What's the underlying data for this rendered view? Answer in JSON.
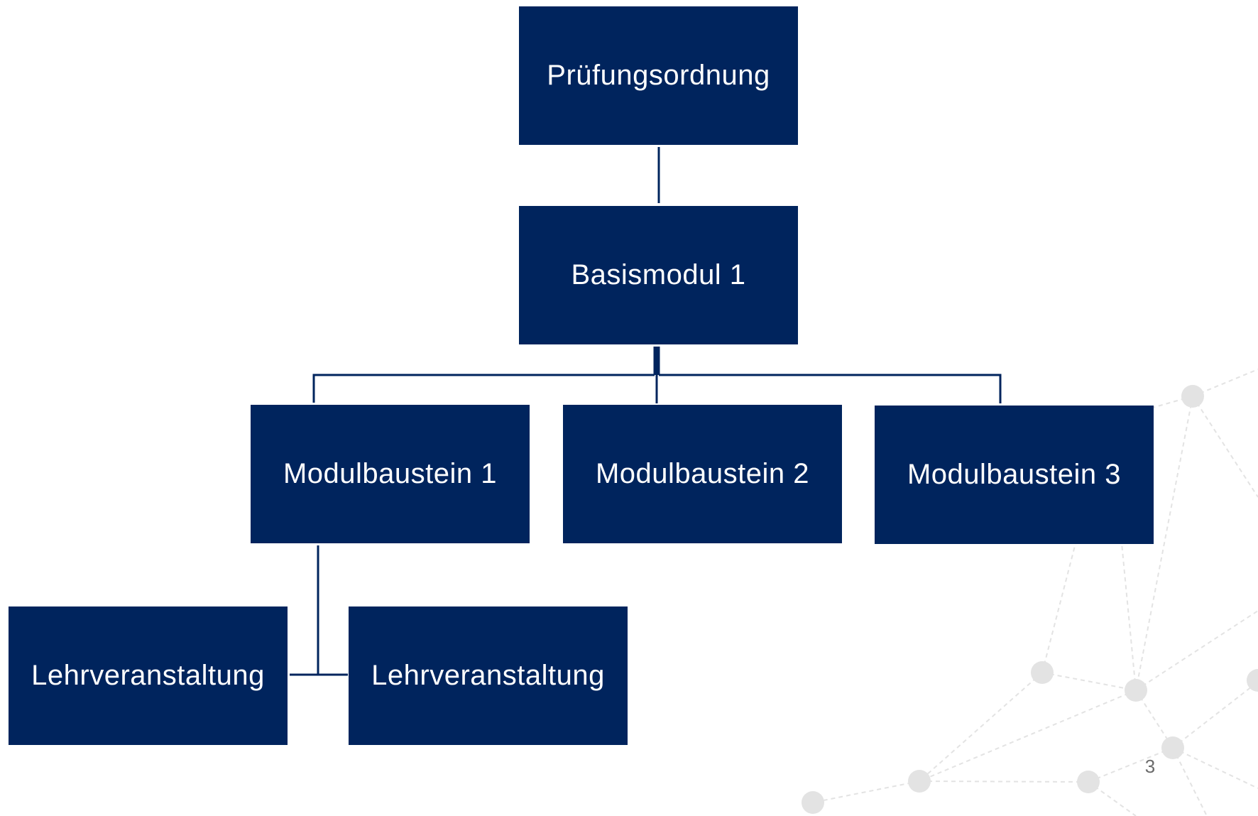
{
  "diagram": {
    "root": {
      "label": "Prüfungsordnung"
    },
    "module": {
      "label": "Basismodul 1"
    },
    "components": [
      {
        "label": "Modulbaustein 1"
      },
      {
        "label": "Modulbaustein 2"
      },
      {
        "label": "Modulbaustein 3"
      }
    ],
    "courses": [
      {
        "label": "Lehrveranstaltung"
      },
      {
        "label": "Lehrveranstaltung"
      }
    ]
  },
  "footer": {
    "page_number": "3"
  },
  "colors": {
    "box_fill": "#00245d",
    "box_text": "#ffffff",
    "connector": "#00245d",
    "network_decoration": "#e6e6e6"
  }
}
